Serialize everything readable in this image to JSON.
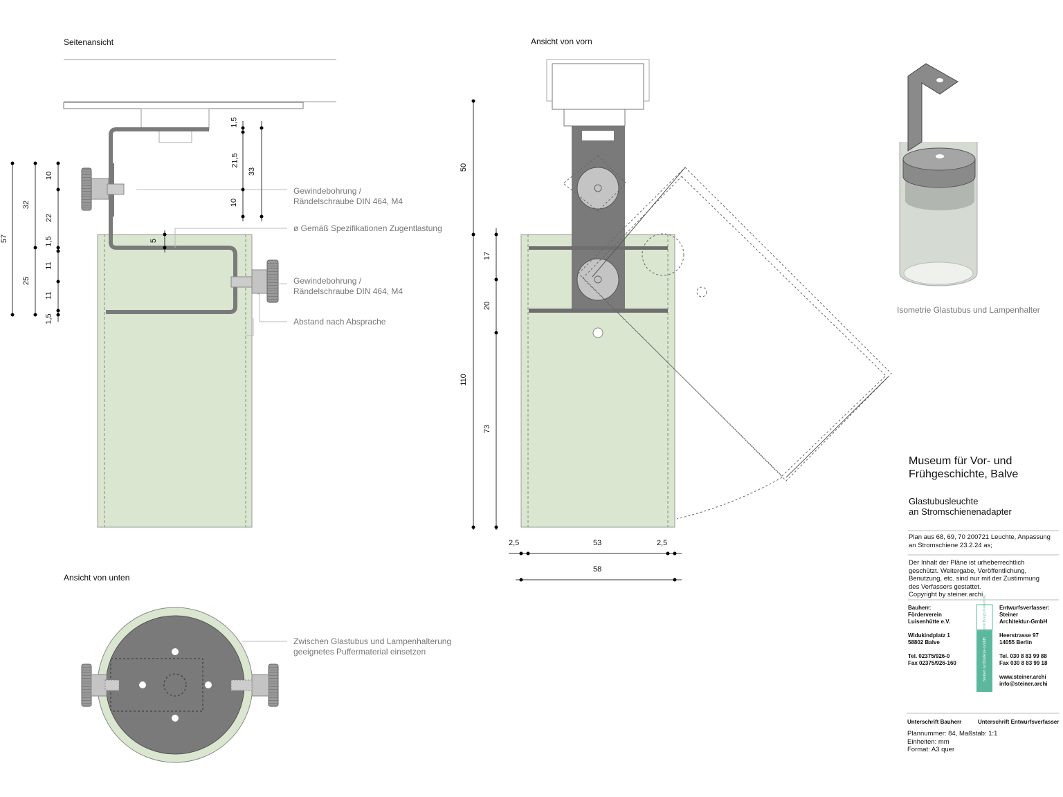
{
  "views": {
    "side": {
      "title": "Seitenansicht"
    },
    "front": {
      "title": "Ansicht von vorn"
    },
    "bottom": {
      "title": "Ansicht von unten"
    },
    "iso": {
      "caption": "Isometrie Glastubus und Lampenhalter"
    }
  },
  "annotations": {
    "thread1": [
      "Gewindebohrung /",
      "Rändelschraube DIN 464, M4"
    ],
    "strain": "ø Gemäß Spezifikationen Zugentlastung",
    "thread2": [
      "Gewindebohrung /",
      "Rändelschraube DIN 464, M4"
    ],
    "distance": "Abstand nach Absprache",
    "buffer": [
      "Zwischen Glastubus und Lampenhalterung",
      "geeignetes Puffermaterial einsetzen"
    ]
  },
  "dimensions": {
    "side": {
      "d57": "57",
      "d32": "32",
      "d25": "25",
      "d10a": "10",
      "d22": "22",
      "d15a": "1,5",
      "d11a": "11",
      "d11b": "11",
      "d15b": "1,5",
      "d15c": "1,5",
      "d215": "21,5",
      "d10b": "10",
      "d33": "33",
      "d5": "5"
    },
    "front": {
      "d50": "50",
      "d110": "110",
      "d17": "17",
      "d20": "20",
      "d73": "73",
      "w25a": "2,5",
      "w53": "53",
      "w25b": "2,5",
      "w58": "58"
    }
  },
  "titleblock": {
    "project": [
      "Museum für Vor- und",
      "Frühgeschichte, Balve"
    ],
    "subject": [
      "Glastubusleuchte",
      "an Stromschienenadapter"
    ],
    "plan_note": [
      "Plan aus 68, 69, 70 200721 Leuchte, Anpassung",
      "an Stromschiene 23.2.24 as;"
    ],
    "copyright": [
      "Der Inhalt der Pläne ist urheberrechtlich",
      "geschützt. Weitergabe, Veröffentlichung,",
      "Benutzung, etc. sind nur mit der Zustimmung",
      "des Verfassers gestattet.",
      "Copyright by steiner.archi"
    ],
    "client": [
      "Bauherr:",
      "Förderverein",
      "Luisenhütte e.V.",
      "",
      "Widukindplatz 1",
      "58802 Balve",
      "",
      "Tel. 02375/926-0",
      "Fax 02375/926-160"
    ],
    "architect": [
      "Entwurfsverfasser:",
      "Steiner",
      "Architektur-GmbH",
      "",
      "Heerstrasse 97",
      "14055 Berlin",
      "",
      "Tel. 030 8 83 99 88",
      "Fax 030 8 83 99 18",
      "",
      "www.steiner.archi",
      "info@steiner.archi"
    ],
    "logo_text": [
      "Bauten Design Ausstellung",
      "Steiner Architektur-GmbH"
    ],
    "sign_client": "Unterschrift Bauherr",
    "sign_architect": "Unterschrift Entwurfsverfasser",
    "plan_info": [
      "Plannummer: 84, Maßstab: 1:1",
      "Einheiten: mm",
      "Format: A3 quer"
    ],
    "logo_color": "#5bb89c"
  },
  "colors": {
    "glass": "#dae6d0",
    "metal": "#7a7a7a",
    "knob": "#c4c4c4"
  }
}
